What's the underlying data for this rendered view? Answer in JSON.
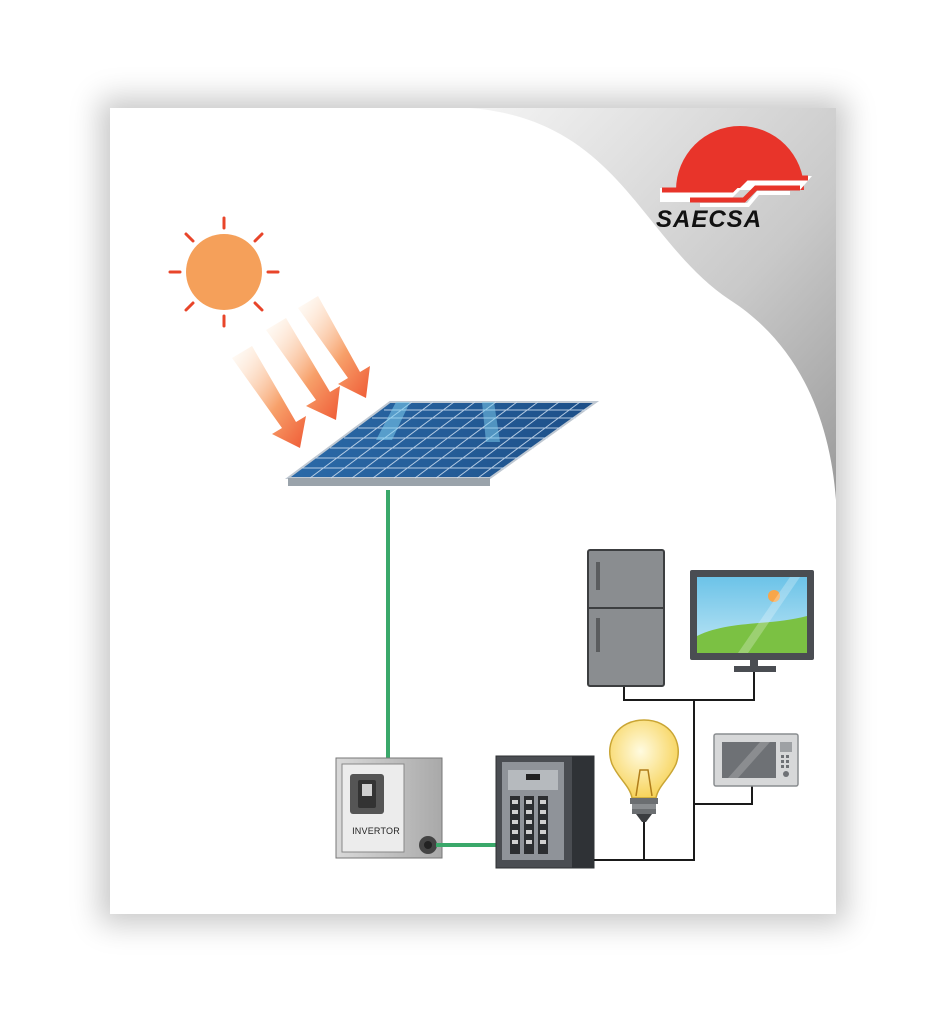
{
  "brand": {
    "name": "SAECSA",
    "colors": {
      "logo_red": "#e8342a",
      "logo_text": "#111111"
    }
  },
  "inverter": {
    "label": "INVERTOR"
  },
  "colors": {
    "sun": "#f5a05a",
    "sun_rays": "#e8452a",
    "panel": "#1f5c9c",
    "wire_green": "#3aa86a",
    "appliance_gray": "#8a8d90"
  },
  "icons": [
    "sun-icon",
    "solar-panel-icon",
    "inverter-icon",
    "breaker-panel-icon",
    "refrigerator-icon",
    "television-icon",
    "light-bulb-icon",
    "microwave-icon",
    "saecsa-logo"
  ]
}
